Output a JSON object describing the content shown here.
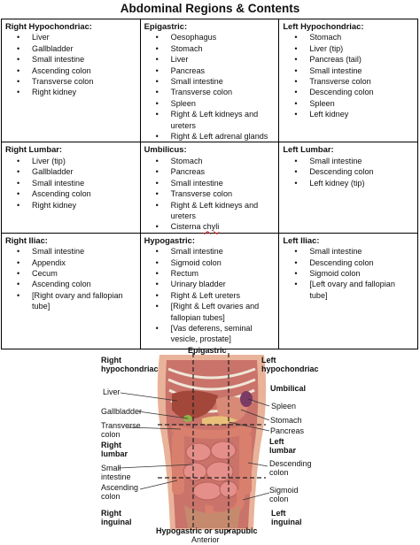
{
  "title": "Abdominal Regions & Contents",
  "regions": [
    {
      "name": "Right Hypochondriac:",
      "items": [
        "Liver",
        "Gallbladder",
        "Small intestine",
        "Ascending colon",
        "Transverse colon",
        "Right kidney"
      ]
    },
    {
      "name": "Epigastric:",
      "items": [
        "Oesophagus",
        "Stomach",
        "Liver",
        "Pancreas",
        "Small intestine",
        "Transverse colon",
        "Spleen",
        "Right & Left kidneys and ureters",
        "Right & Left adrenal glands"
      ]
    },
    {
      "name": "Left Hypochondriac:",
      "items": [
        "Stomach",
        "Liver (tip)",
        "Pancreas (tail)",
        "Small intestine",
        "Transverse colon",
        "Descending colon",
        "Spleen",
        "Left kidney"
      ]
    },
    {
      "name": "Right Lumbar:",
      "items": [
        "Liver (tip)",
        "Gallbladder",
        "Small intestine",
        "Ascending colon",
        "Right kidney"
      ]
    },
    {
      "name": "Umbilicus:",
      "items": [
        "Stomach",
        "Pancreas",
        "Small intestine",
        "Transverse colon",
        "Right & Left kidneys and ureters",
        "Cisterna chyli"
      ]
    },
    {
      "name": "Left Lumbar:",
      "items": [
        "Small intestine",
        "Descending colon",
        "Left kidney (tip)"
      ]
    },
    {
      "name": "Right Iliac:",
      "items": [
        "Small intestine",
        "Appendix",
        "Cecum",
        "Ascending colon",
        "[Right ovary and fallopian tube]"
      ]
    },
    {
      "name": "Hypogastric:",
      "items": [
        "Small intestine",
        "Sigmoid colon",
        "Rectum",
        "Urinary bladder",
        "Right & Left ureters",
        "[Right & Left ovaries and fallopian tubes]",
        "[Vas deferens, seminal vesicle, prostate]"
      ]
    },
    {
      "name": "Left Iliac:",
      "items": [
        "Small intestine",
        "Descending colon",
        "Sigmoid colon",
        "[Left ovary and fallopian tube]"
      ]
    }
  ],
  "figure": {
    "epigastric": "Epigastric",
    "right_hypochondriac": "Right\nhypochondriac",
    "left_hypochondriac": "Left\nhypochondriac",
    "umbilical": "Umbilical",
    "liver": "Liver",
    "spleen": "Spleen",
    "gallbladder": "Gallbladder",
    "stomach": "Stomach",
    "transverse_colon": "Transverse\ncolon",
    "pancreas": "Pancreas",
    "right_lumbar": "Right\nlumbar",
    "left_lumbar": "Left\nlumbar",
    "small_intestine": "Small\nintestine",
    "descending_colon": "Descending\ncolon",
    "ascending_colon": "Ascending\ncolon",
    "sigmoid_colon": "Sigmoid\ncolon",
    "right_inguinal": "Right\ninguinal",
    "left_inguinal": "Left\ninguinal",
    "hypogastric": "Hypogastric or suprapubic",
    "anterior": "Anterior"
  },
  "colors": {
    "skin": "#e9b39a",
    "muscle": "#c9736a",
    "intestine": "#e58f8a",
    "liver": "#a3473a",
    "stomach": "#d98a76",
    "bone": "#efe6d8"
  }
}
